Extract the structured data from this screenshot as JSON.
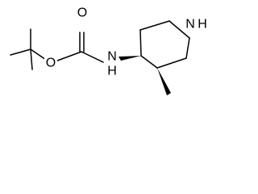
{
  "atoms": {
    "O_ester": "O",
    "O_carbonyl": "O",
    "N_carbamate": "N",
    "H_carbamate": "H",
    "N_ring": "N",
    "H_ring": "H"
  },
  "colors": {
    "bond": "#000000",
    "label": "#000000",
    "background": "#ffffff"
  }
}
